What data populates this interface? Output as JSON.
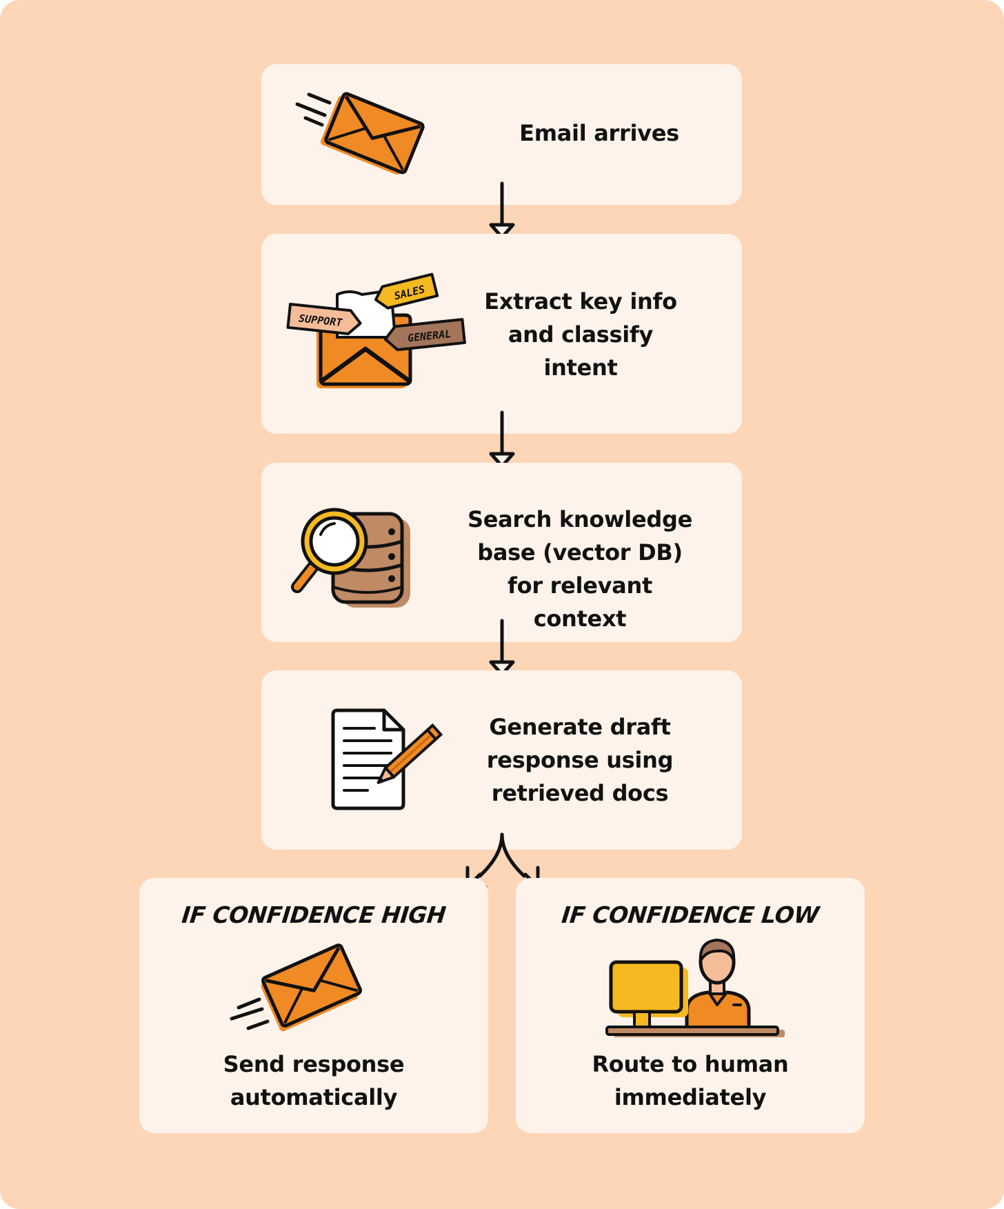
{
  "steps": [
    {
      "label": "Email arrives",
      "icon": "flying-envelope-icon"
    },
    {
      "label": "Extract key info and classify intent",
      "icon": "classify-envelope-icon",
      "tags": [
        "SUPPORT",
        "SALES",
        "GENERAL"
      ]
    },
    {
      "label": "Search knowledge base (vector DB) for relevant context",
      "icon": "magnifier-database-icon"
    },
    {
      "label": "Generate draft response using retrieved docs",
      "icon": "document-pencil-icon"
    }
  ],
  "branches": [
    {
      "condition": "IF CONFIDENCE HIGH",
      "label": "Send response automatically",
      "icon": "send-envelope-icon"
    },
    {
      "condition": "IF CONFIDENCE LOW",
      "label": "Route to human immediately",
      "icon": "human-agent-icon"
    }
  ],
  "colors": {
    "background": "#FDD6B7",
    "card": "#FEF3EA",
    "accent_orange": "#F08A24",
    "accent_yellow": "#F5B921",
    "accent_brown": "#C08A64",
    "ink": "#111111"
  }
}
